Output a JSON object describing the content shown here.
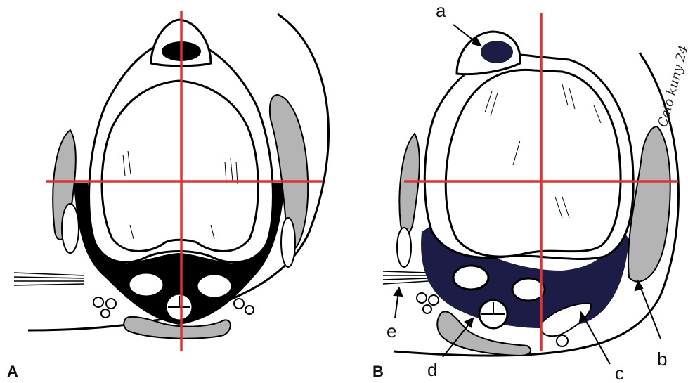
{
  "panels": [
    {
      "id": "A",
      "label": "A"
    },
    {
      "id": "B",
      "label": "B"
    }
  ],
  "callouts": [
    "a",
    "b",
    "c",
    "d",
    "e"
  ],
  "signature": "Caio kuny 24",
  "colors": {
    "crosshair": "#e03030",
    "fluid": "#1c1c46",
    "black": "#000000",
    "muscle_gray": "#b4b4b4",
    "background": "#ffffff"
  }
}
